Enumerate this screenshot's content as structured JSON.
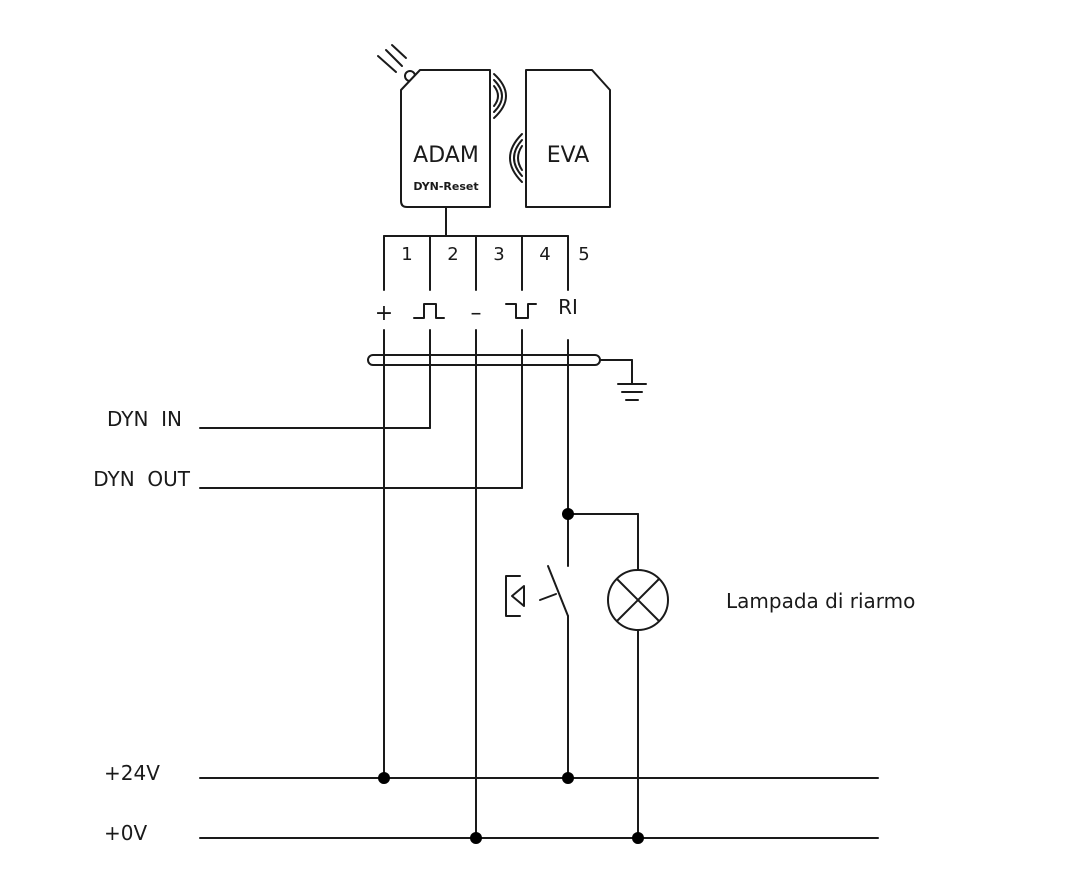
{
  "devices": {
    "adam_name": "ADAM",
    "adam_sub": "DYN-Reset",
    "eva_name": "EVA"
  },
  "terminals": {
    "numbers": [
      "1",
      "2",
      "3",
      "4",
      "5"
    ],
    "plus": "+",
    "minus": "–",
    "ri": "RI"
  },
  "signals": {
    "dyn_in": "DYN  IN",
    "dyn_out": "DYN  OUT"
  },
  "supply": {
    "plus24": "+24V",
    "zero": "+0V"
  },
  "lamp_label": "Lampada di riarmo",
  "icons": [
    "optical-window-icon",
    "signal-waves-icon",
    "ground-icon",
    "pushbutton-icon",
    "lamp-icon"
  ]
}
